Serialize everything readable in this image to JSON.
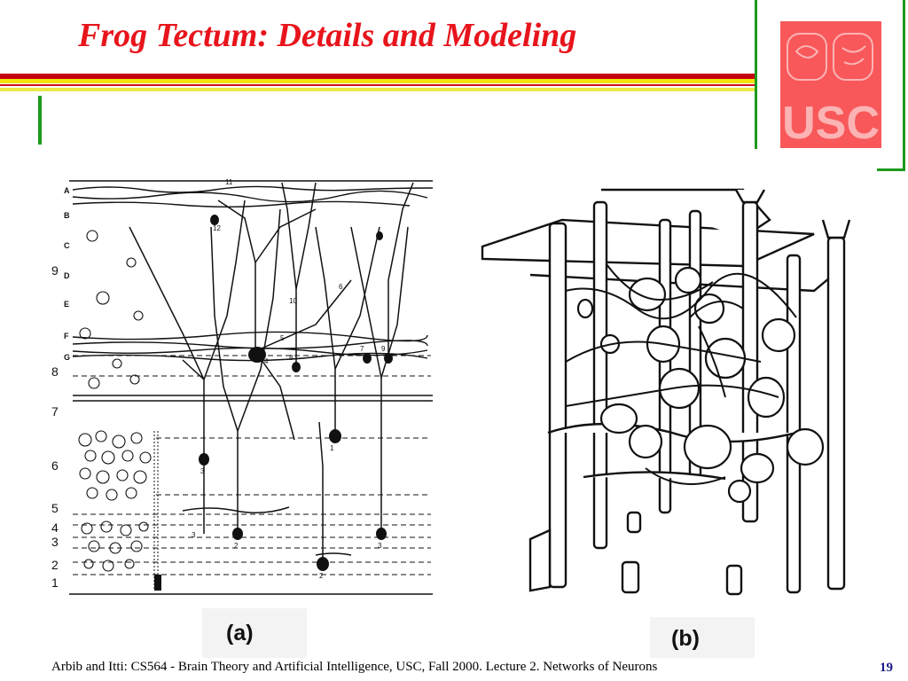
{
  "slide": {
    "title": "Frog Tectum: Details and Modeling",
    "footer": "Arbib and Itti: CS564 - Brain Theory and Artificial Intelligence,  USC, Fall 2000. Lecture 2. Networks of Neurons",
    "page_number": "19"
  },
  "logo": {
    "text": "USC"
  },
  "figure_a": {
    "label": "(a)",
    "layer_letters": [
      "A",
      "B",
      "C",
      "D",
      "E",
      "F",
      "G"
    ],
    "layer_numbers": [
      "9",
      "8",
      "7",
      "6",
      "5",
      "4",
      "3",
      "2",
      "1"
    ],
    "cell_numbers": [
      "11",
      "12",
      "10",
      "6",
      "4",
      "9",
      "7",
      "8",
      "5",
      "1",
      "3",
      "2",
      "3",
      "2",
      "3"
    ]
  },
  "figure_b": {
    "label": "(b)"
  },
  "colors": {
    "title_red": "#e8141c",
    "rule_red": "#c40010",
    "rule_yellow": "#f2e40c",
    "frame_green": "#1c9a1c",
    "logo_red": "#f8585a",
    "page_number_blue": "#1a1a88"
  }
}
